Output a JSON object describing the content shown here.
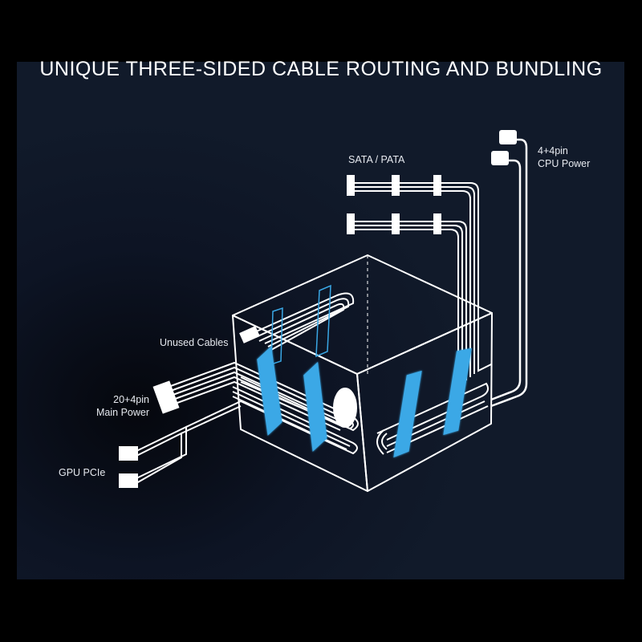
{
  "title": "UNIQUE THREE-SIDED CABLE ROUTING AND BUNDLING",
  "labels": {
    "sata_pata": "SATA / PATA",
    "cpu_power_line1": "4+4pin",
    "cpu_power_line2": "CPU Power",
    "unused_cables": "Unused Cables",
    "main_power_line1": "20+4pin",
    "main_power_line2": "Main Power",
    "gpu_pcie": "GPU PCIe"
  },
  "colors": {
    "background": "#111a2a",
    "cable": "#ffffff",
    "bundle_strap": "#3aa8e6",
    "text": "#e6e9ef"
  }
}
